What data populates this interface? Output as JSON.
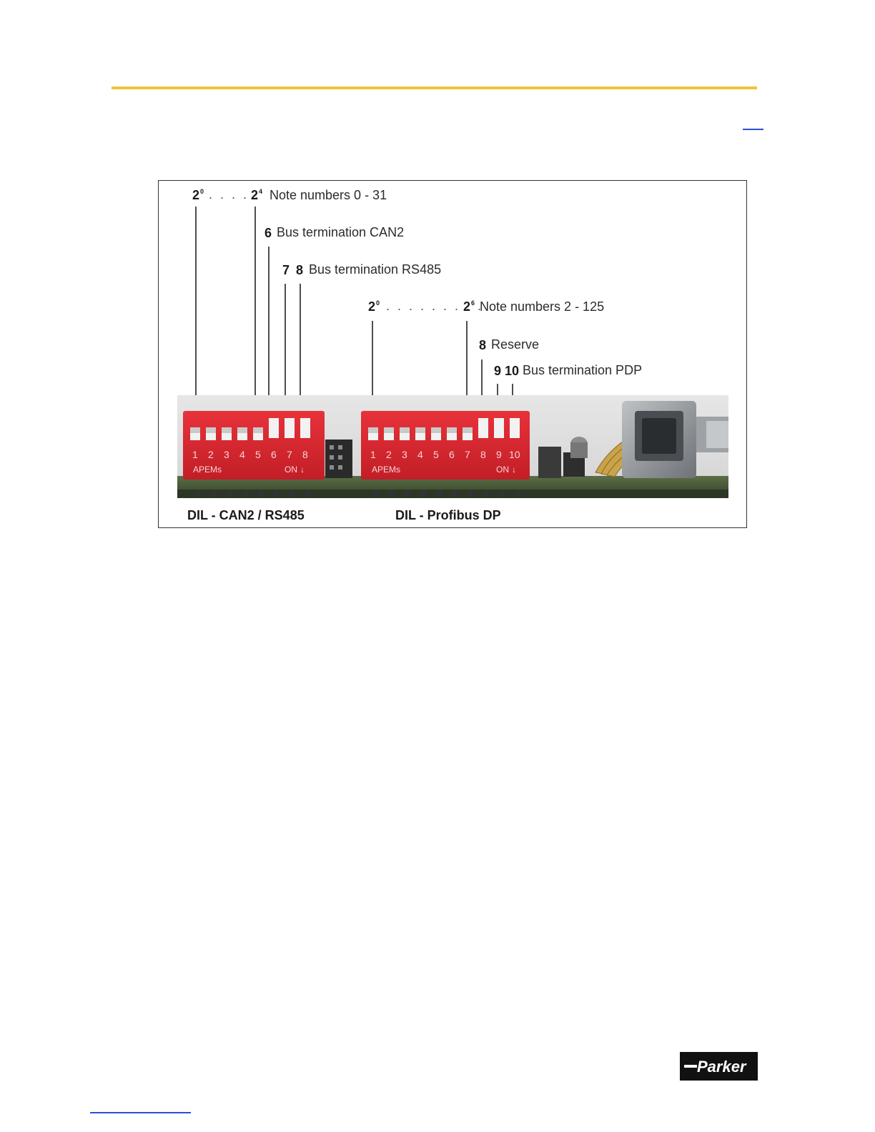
{
  "figure": {
    "labels": {
      "group1_low_base": "2",
      "group1_low_exp": "0",
      "group1_dots": ". . . . .",
      "group1_high_base": "2",
      "group1_high_exp": "4",
      "group1_text": "Note numbers 0 - 31",
      "can2_num": "6",
      "can2_text": "Bus termination CAN2",
      "rs485_num_a": "7",
      "rs485_num_b": "8",
      "rs485_text": "Bus termination RS485",
      "group2_low_base": "2",
      "group2_low_exp": "0",
      "group2_dots": ". . . . . . . . . .",
      "group2_high_base": "2",
      "group2_high_exp": "6",
      "group2_text": "Note numbers 2 - 125",
      "reserve_num": "8",
      "reserve_text": "Reserve",
      "pdp_num_a": "9",
      "pdp_num_b": "10",
      "pdp_text": "Bus termination PDP"
    },
    "switch1": {
      "numbers": [
        "1",
        "2",
        "3",
        "4",
        "5",
        "6",
        "7",
        "8"
      ],
      "maker": "APEMs",
      "on_mark": "ON",
      "on_arrow": "↓",
      "on_positions": [
        6,
        7,
        8
      ]
    },
    "switch2": {
      "numbers": [
        "1",
        "2",
        "3",
        "4",
        "5",
        "6",
        "7",
        "8",
        "9",
        "10"
      ],
      "maker": "APEMs",
      "on_mark": "ON",
      "on_arrow": "↓",
      "on_positions": [
        8,
        9,
        10
      ]
    },
    "captions": {
      "left": "DIL - CAN2 / RS485",
      "right": "DIL - Profibus DP"
    }
  },
  "brand": {
    "name": "Parker"
  }
}
